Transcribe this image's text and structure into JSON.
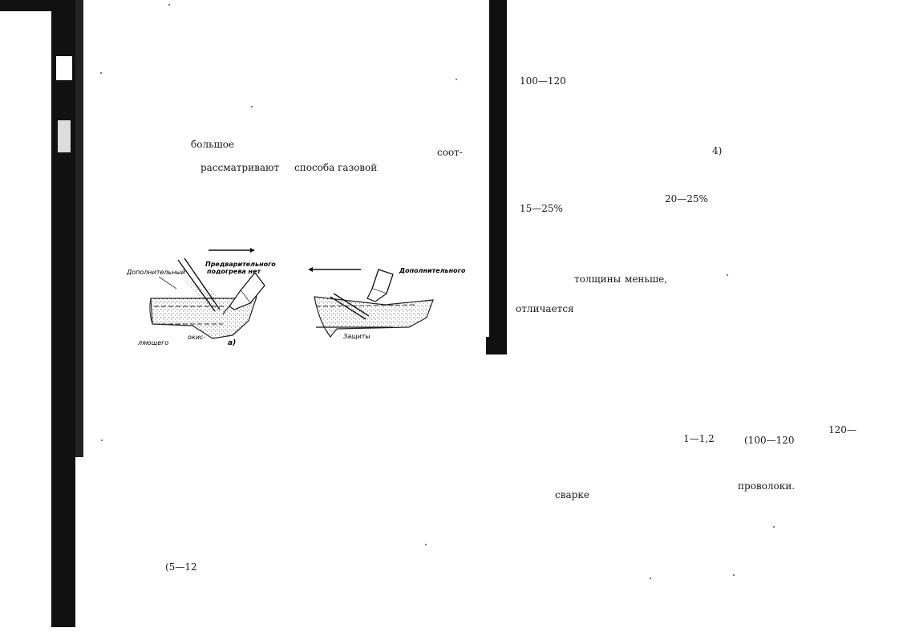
{
  "left_page": {
    "text": {
      "bolshoe": "большое",
      "rassmatrivayut": "рассматривают",
      "sposoba": "способа газовой",
      "soot": "соот-",
      "range_5_12": "(5—12"
    },
    "figure": {
      "label_dopolnitelny_a": "Дополнительный",
      "label_predvaritelnogo": "Предварительного",
      "label_podogreva": "подогрева нет",
      "label_lyayushego": "ляющего",
      "label_okis": "окис-",
      "label_a": "а)",
      "label_dopolnitelnogo": "Дополнительного",
      "label_zashity": "Защиты"
    }
  },
  "right_page": {
    "text": {
      "r_100_120": "100—120",
      "r_4": "4)",
      "r_20_25": "20—25%",
      "r_15_25": "15—25%",
      "tolshiny": "толщины",
      "menshe": "меньше,",
      "otlichaetsya": "отличается",
      "r_1_12": "1—1,2",
      "r_100_120b": "(100—120",
      "r_120": "120—",
      "provoloki": "проволоки.",
      "svarke": "сварке"
    }
  }
}
